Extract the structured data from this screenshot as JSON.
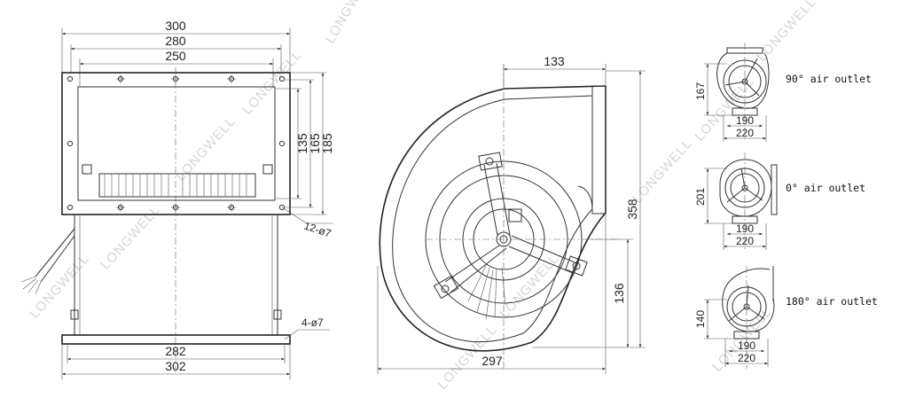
{
  "front_view": {
    "dims": {
      "w300": "300",
      "w280": "280",
      "w250": "250",
      "h135": "135",
      "h165": "165",
      "h185": "185",
      "holes_top": "12-ø7",
      "w282": "282",
      "w302": "302",
      "holes_bottom": "4-ø7"
    }
  },
  "side_view": {
    "dims": {
      "d133": "133",
      "d358": "358",
      "d136": "136",
      "d297": "297"
    }
  },
  "outlet_views": [
    {
      "label": "90° air outlet",
      "height": "167",
      "w1": "190",
      "w2": "220"
    },
    {
      "label": "0° air outlet",
      "height": "201",
      "w1": "190",
      "w2": "220"
    },
    {
      "label": "180° air outlet",
      "height": "140",
      "w1": "190",
      "w2": "220"
    }
  ],
  "watermark": "LONGWELL"
}
